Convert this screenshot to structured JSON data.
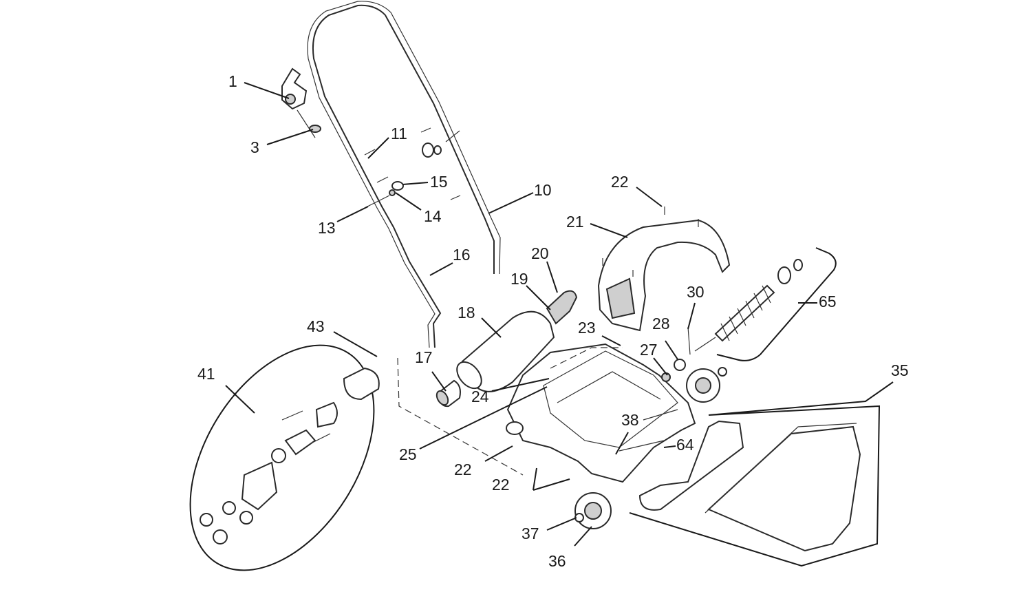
{
  "diagram": {
    "callouts": [
      {
        "id": "c1",
        "text": "1"
      },
      {
        "id": "c3",
        "text": "3"
      },
      {
        "id": "c11",
        "text": "11"
      },
      {
        "id": "c15",
        "text": "15"
      },
      {
        "id": "c13",
        "text": "13"
      },
      {
        "id": "c14",
        "text": "14"
      },
      {
        "id": "c10",
        "text": "10"
      },
      {
        "id": "c22a",
        "text": "22"
      },
      {
        "id": "c21",
        "text": "21"
      },
      {
        "id": "c16",
        "text": "16"
      },
      {
        "id": "c20",
        "text": "20"
      },
      {
        "id": "c19",
        "text": "19"
      },
      {
        "id": "c30",
        "text": "30"
      },
      {
        "id": "c65",
        "text": "65"
      },
      {
        "id": "c18",
        "text": "18"
      },
      {
        "id": "c43",
        "text": "43"
      },
      {
        "id": "c23",
        "text": "23"
      },
      {
        "id": "c28",
        "text": "28"
      },
      {
        "id": "c27",
        "text": "27"
      },
      {
        "id": "c17",
        "text": "17"
      },
      {
        "id": "c41",
        "text": "41"
      },
      {
        "id": "c24",
        "text": "24"
      },
      {
        "id": "c35",
        "text": "35"
      },
      {
        "id": "c38",
        "text": "38"
      },
      {
        "id": "c64",
        "text": "64"
      },
      {
        "id": "c25",
        "text": "25"
      },
      {
        "id": "c22b",
        "text": "22"
      },
      {
        "id": "c22c",
        "text": "22"
      },
      {
        "id": "c37",
        "text": "37"
      },
      {
        "id": "c36",
        "text": "36"
      }
    ]
  }
}
